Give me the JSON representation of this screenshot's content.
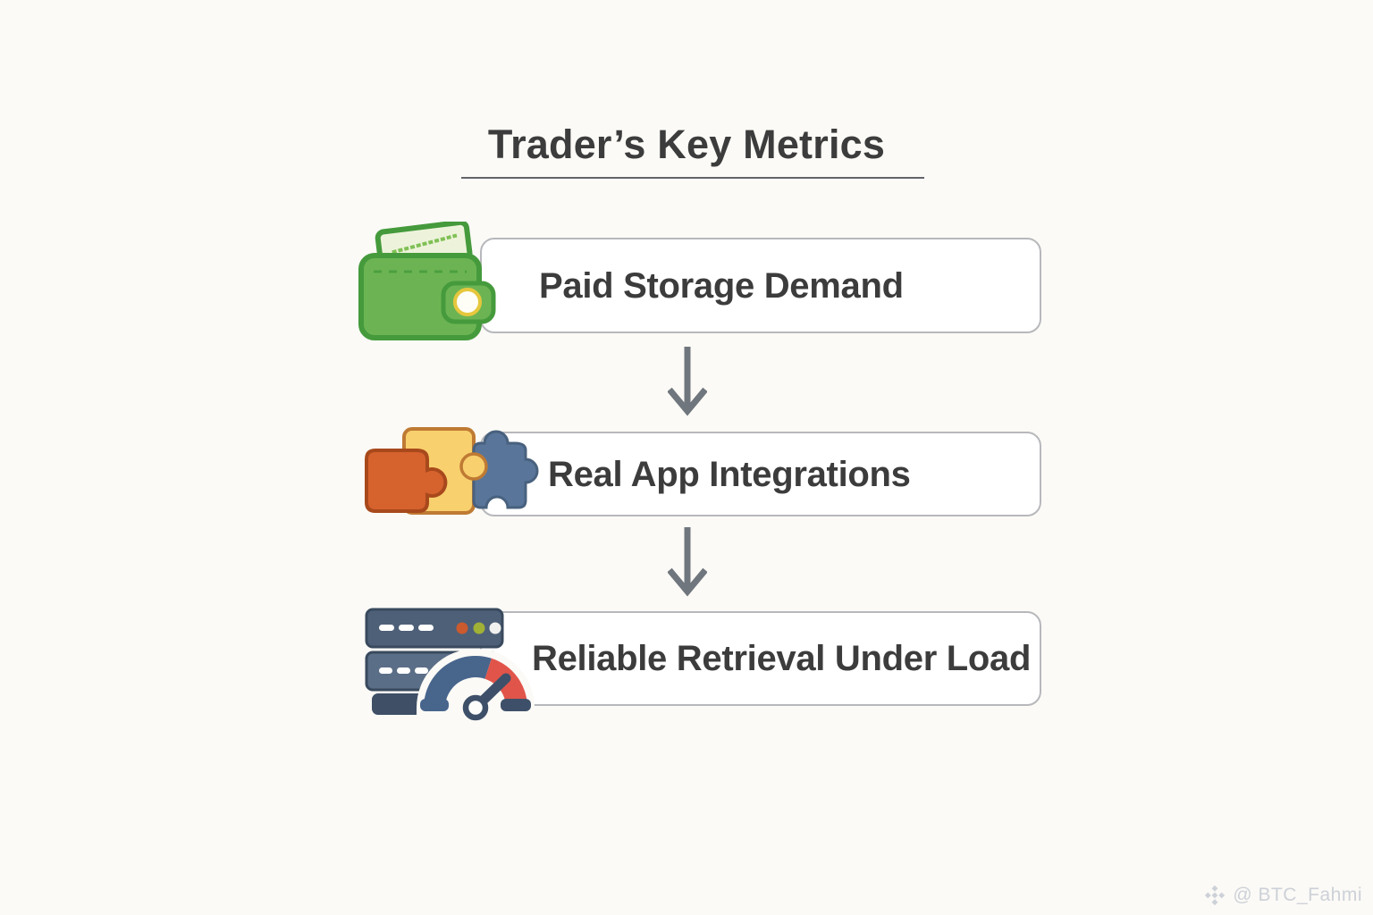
{
  "title": {
    "text": "Trader’s Key Metrics"
  },
  "steps": [
    {
      "label": "Paid Storage Demand",
      "icon": "wallet-icon"
    },
    {
      "label": "Real App Integrations",
      "icon": "puzzle-icon"
    },
    {
      "label": "Reliable Retrieval Under Load",
      "icon": "server-gauge-icon"
    }
  ],
  "connectors": [
    {
      "type": "down-arrow"
    },
    {
      "type": "down-arrow"
    }
  ],
  "watermark": {
    "handle": "@ BTC_Fahmi",
    "logo": "binance-diamond-logo"
  },
  "colors": {
    "bg": "#fbfaf6",
    "box-bg": "#ffffff",
    "box-border": "#b7b8bc",
    "text": "#3c3c3c",
    "underline": "#63646a",
    "arrow": "#70767d",
    "wallet-green": "#6cb453",
    "wallet-green-dark": "#459a3c",
    "bill": "#edf3da",
    "bill-stripe": "#7fc055",
    "clasp-ring": "#e6c73d",
    "puzzle-orange": "#d6622e",
    "puzzle-orange-dark": "#a8491c",
    "puzzle-yellow": "#f8d06e",
    "puzzle-yellow-dark": "#bf7a33",
    "puzzle-blue": "#59759a",
    "puzzle-blue-dark": "#48617e",
    "server-navy": "#4e6078",
    "server-navy-light": "#5b6e87",
    "server-navy-dark": "#3f4f66",
    "server-outline": "#394a5e",
    "dot-red": "#cb5a2e",
    "dot-green": "#a0b135",
    "dot-white": "#f1f1ef",
    "gauge-blue": "#48658c",
    "gauge-red": "#e1544a",
    "needle": "#3e5069",
    "watermark": "#cdd1d8"
  }
}
